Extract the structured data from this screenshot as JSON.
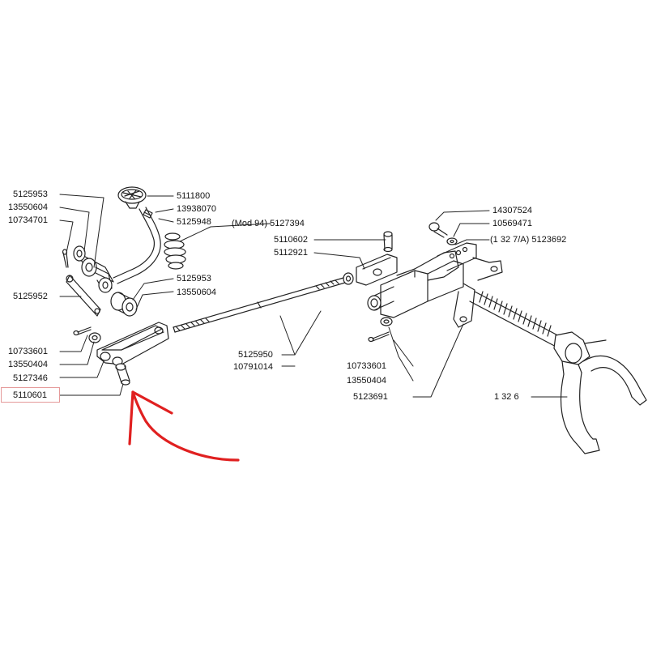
{
  "labels": {
    "l_5125953_a": "5125953",
    "l_13550604_a": "13550604",
    "l_10734701": "10734701",
    "l_5125952": "5125952",
    "l_10733601_a": "10733601",
    "l_13550404_a": "13550404",
    "l_5127346": "5127346",
    "l_5110601": "5110601",
    "l_5111800": "5111800",
    "l_13938070": "13938070",
    "l_5125948": "5125948",
    "l_mod94": "(Mod 94) 5127394",
    "l_5125953_b": "5125953",
    "l_13550604_b": "13550604",
    "l_5110602": "5110602",
    "l_5112921": "5112921",
    "l_5125950": "5125950",
    "l_10791014": "10791014",
    "l_14307524": "14307524",
    "l_10569471": "10569471",
    "l_1327a": "(1 32 7/A) 5123692",
    "l_10733601_b": "10733601",
    "l_13550404_b": "13550404",
    "l_5123691": "5123691",
    "l_1326": "1 32 6"
  },
  "highlight": {
    "label": "5110601",
    "box_color": "#e59a9a",
    "arrow_color": "#e02020"
  }
}
